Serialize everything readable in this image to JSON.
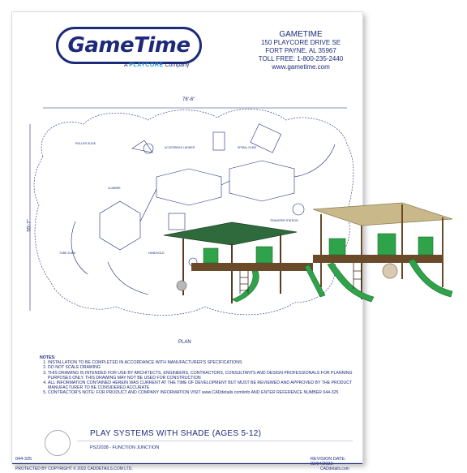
{
  "brand": {
    "logo_text": "GameTime",
    "tagline_prefix": "A",
    "tagline_brand": "PLAYCORE",
    "tagline_suffix": "Company"
  },
  "company": {
    "name": "GAMETIME",
    "address1": "150 PLAYCORE DRIVE SE",
    "address2": "FORT PAYNE, AL 35967",
    "phone": "TOLL FREE: 1-800-235-2440",
    "website": "www.gametime.com"
  },
  "plan": {
    "label": "PLAN",
    "dim_top": "78'-6\"",
    "dim_left": "55'-7\""
  },
  "notes": {
    "heading": "NOTES:",
    "items": [
      "INSTALLATION TO BE COMPLETED IN ACCORDANCE WITH MANUFACTURER'S SPECIFICATIONS",
      "DO NOT SCALE DRAWING",
      "THIS DRAWING IS INTENDED FOR USE BY ARCHITECTS, ENGINEERS, CONTRACTORS, CONSULTANTS AND DESIGN PROFESSIONALS FOR PLANNING PURPOSES ONLY. THIS DRAWING MAY NOT BE USED FOR CONSTRUCTION",
      "ALL INFORMATION CONTAINED HEREIN WAS CURRENT AT THE TIME OF DEVELOPMENT BUT MUST BE REVIEWED AND APPROVED BY THE PRODUCT MANUFACTURER TO BE CONSIDERED ACCURATE",
      "CONTRACTOR'S NOTE: FOR PRODUCT AND COMPANY INFORMATION VISIT www.CADdetails.com/info AND ENTER REFERENCE NUMBER 044-325"
    ]
  },
  "title_block": {
    "title": "PLAY SYSTEMS WITH SHADE (AGES 5-12)",
    "subtitle": "PS22038 - FUNCTION JUNCTION",
    "sheet_code": "044-325",
    "revision": "REVISION DATE: 02/04/2022"
  },
  "footer": {
    "copyright": "PROTECTED BY COPYRIGHT © 2022 CADDETAILS.COM LTD.",
    "site": "CADdetails.com"
  },
  "colors": {
    "ink": "#1d2a7a",
    "accent": "#2a9bd6",
    "shade_tan": "#c9b98a",
    "shade_green": "#2f6a3c",
    "slide_green": "#2fa34a"
  }
}
